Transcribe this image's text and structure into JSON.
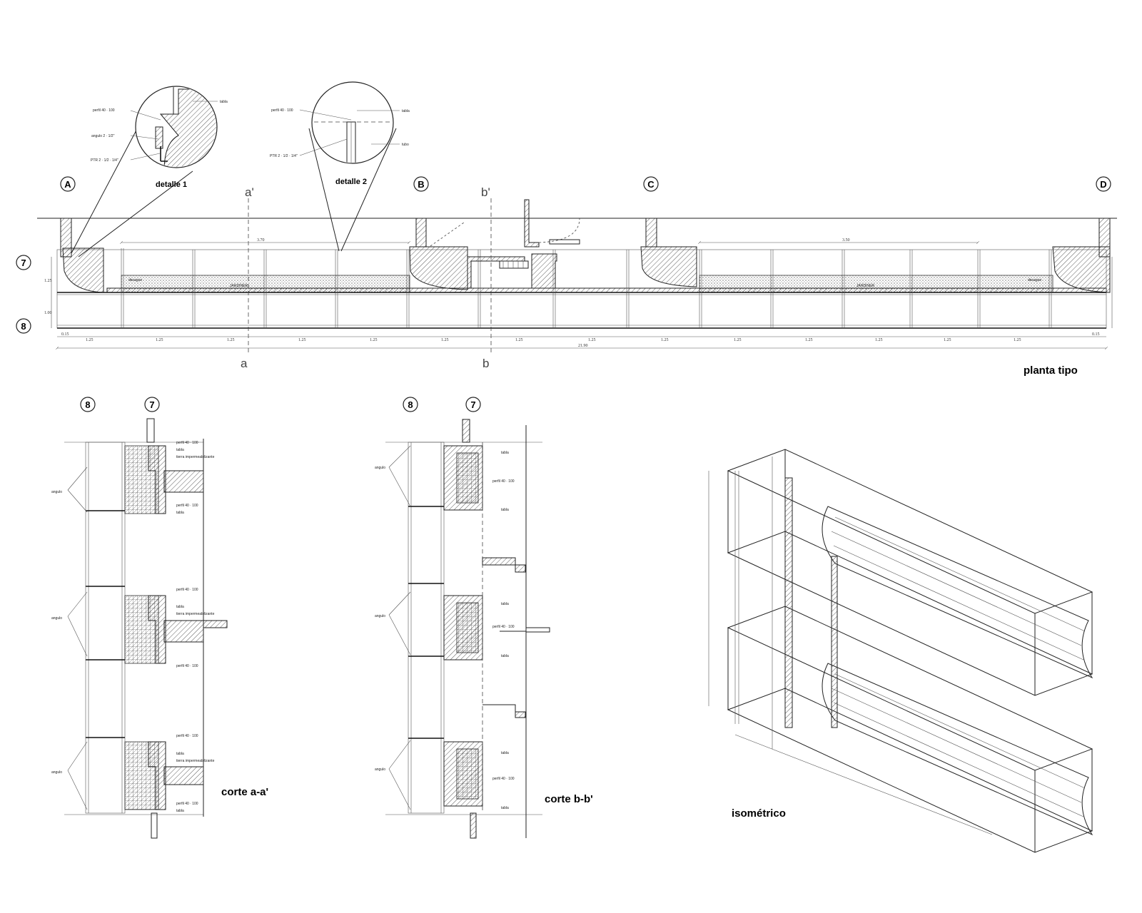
{
  "titles": {
    "plan": "planta tipo",
    "section_a": "corte a-a'",
    "section_b": "corte b-b'",
    "isometric": "isométrico",
    "detail1": "detalle 1",
    "detail2": "detalle 2"
  },
  "grid_axes": {
    "columns": [
      "A",
      "B",
      "C",
      "D"
    ],
    "rows": [
      "7",
      "8"
    ]
  },
  "section_marks": {
    "a_top": "a'",
    "a_bottom": "a",
    "b_top": "b'",
    "b_bottom": "b"
  },
  "plan_labels": {
    "jardiner_left": "JARDINER",
    "jardiner_right": "JARDINER",
    "span_left": "3.70",
    "span_right": "3.50",
    "total": "21.90",
    "module": "1.25",
    "small": "0.15",
    "mod2": "1.00",
    "drain_left": "desague",
    "drain_right": "desague"
  },
  "detail_labels": {
    "d1": [
      "perfil 40 · 100",
      "angulo 2 · 1/2\"",
      "PTR 2 · 1/2 · 1/4\"",
      "tabla"
    ],
    "d2": [
      "perfil 40 · 100",
      "PTR 2 · 1/2 · 1/4\"",
      "tubo",
      "tabla"
    ]
  },
  "section_callouts": {
    "angle": "angulo",
    "profile": "perfil 40 · 100",
    "board": "tabla",
    "waterproof": "tierra impermeabilizante"
  }
}
